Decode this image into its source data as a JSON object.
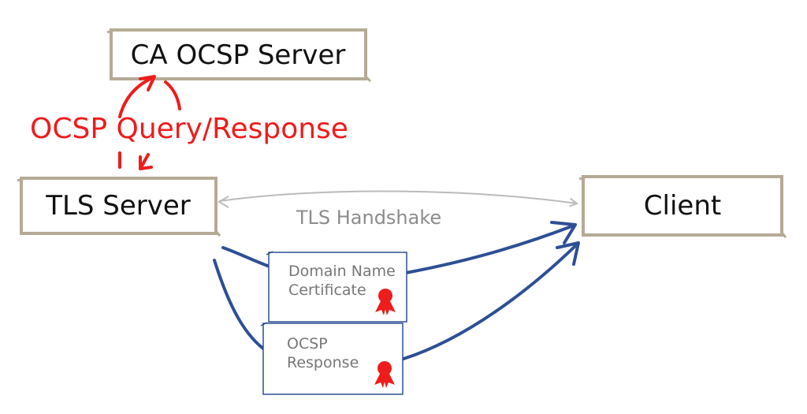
{
  "nodes": {
    "ca_server": "CA OCSP Server",
    "tls_server": "TLS Server",
    "client": "Client"
  },
  "labels": {
    "ocsp_query": "OCSP Query/Response",
    "handshake": "TLS Handshake"
  },
  "documents": {
    "certificate": {
      "line1": "Domain Name",
      "line2": "Certificate"
    },
    "ocsp_response": {
      "line1": "OCSP",
      "line2": "Response"
    }
  },
  "colors": {
    "box_border": "#b5aa96",
    "ocsp_red": "#ee1c1c",
    "flow_blue": "#2e4f95",
    "handshake_grey": "#bbbbbb",
    "seal_red": "#ee1c1c"
  }
}
